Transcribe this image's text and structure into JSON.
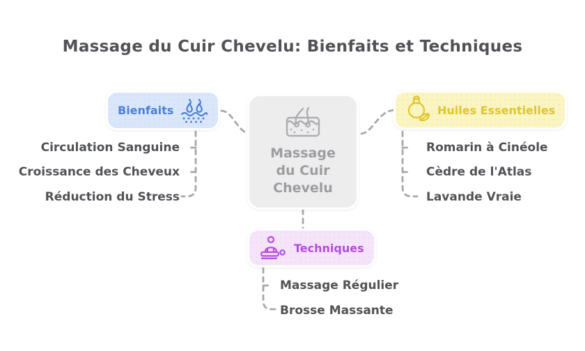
{
  "title": "Massage du Cuir Chevelu: Bienfaits et Techniques",
  "center": {
    "label": "Massage du Cuir Chevelu",
    "icon": "scalp-skin-icon",
    "bg_color": "#EDEDEE",
    "text_color": "#9C9DA1"
  },
  "branches": {
    "bienfaits": {
      "label": "Bienfaits",
      "icon": "hair-follicles-icon",
      "bg_color": "#DAE7FB",
      "text_color": "#4C80D8",
      "items": [
        "Circulation Sanguine",
        "Croissance des Cheveux",
        "Réduction du Stress"
      ]
    },
    "huiles": {
      "label": "Huiles Essentielles",
      "icon": "oil-bottle-leaf-icon",
      "bg_color": "#FAF5C1",
      "text_color": "#DFC62B",
      "items": [
        "Romarin à Cinéole",
        "Cèdre de l'Atlas",
        "Lavande Vraie"
      ]
    },
    "techniques": {
      "label": "Techniques",
      "icon": "massage-person-icon",
      "bg_color": "#F5E4FA",
      "text_color": "#B44CE2",
      "items": [
        "Massage Régulier",
        "Brosse Massante"
      ]
    }
  },
  "colors": {
    "background": "#FFFFFF",
    "title_text": "#515257",
    "item_text": "#515257",
    "connector_dash": "#A7A7AB"
  }
}
